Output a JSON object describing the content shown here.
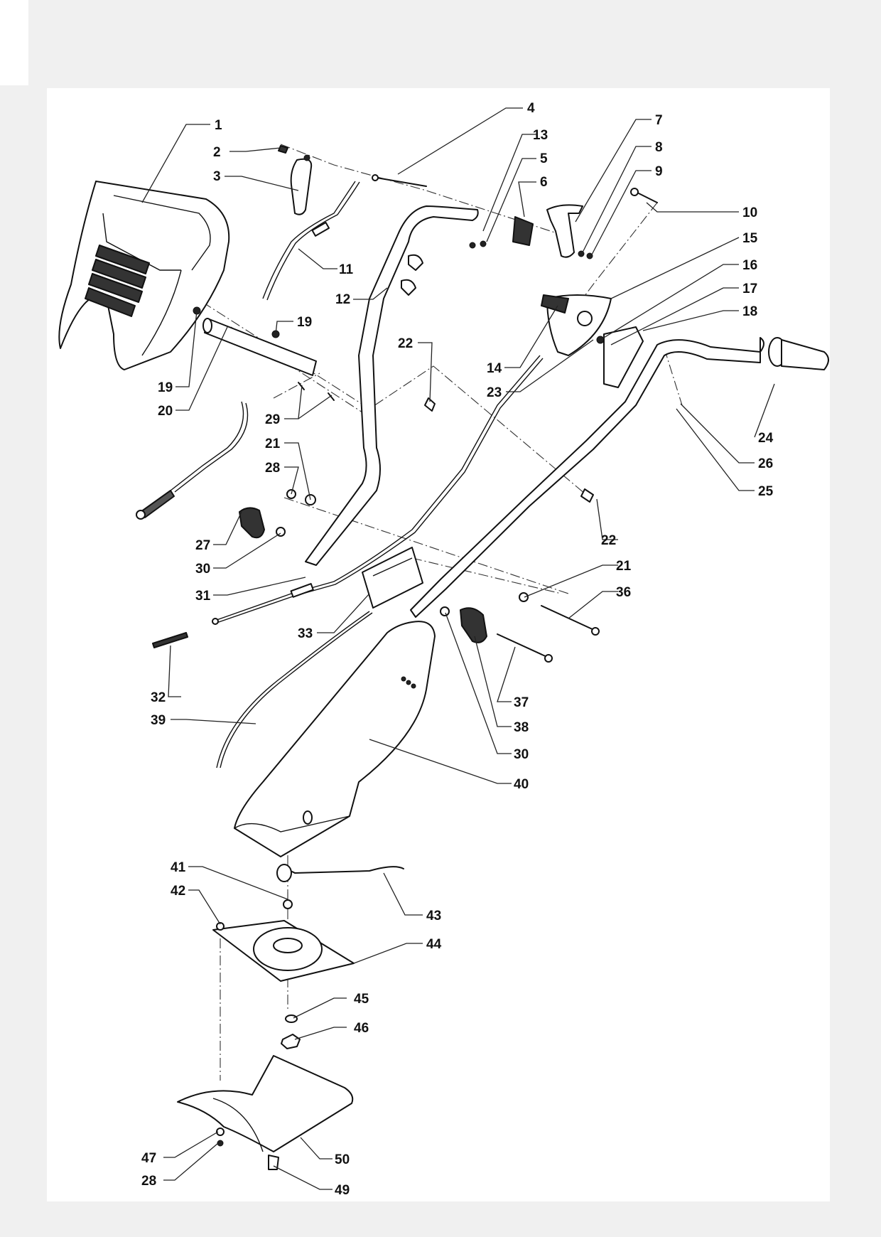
{
  "labels": [
    {
      "n": "1"
    },
    {
      "n": "2"
    },
    {
      "n": "3"
    },
    {
      "n": "4"
    },
    {
      "n": "13"
    },
    {
      "n": "5"
    },
    {
      "n": "6"
    },
    {
      "n": "7"
    },
    {
      "n": "8"
    },
    {
      "n": "9"
    },
    {
      "n": "10"
    },
    {
      "n": "11"
    },
    {
      "n": "12"
    },
    {
      "n": "15"
    },
    {
      "n": "16"
    },
    {
      "n": "17"
    },
    {
      "n": "18"
    },
    {
      "n": "19"
    },
    {
      "n": "19"
    },
    {
      "n": "20"
    },
    {
      "n": "22"
    },
    {
      "n": "14"
    },
    {
      "n": "23"
    },
    {
      "n": "24"
    },
    {
      "n": "26"
    },
    {
      "n": "25"
    },
    {
      "n": "29"
    },
    {
      "n": "21"
    },
    {
      "n": "28"
    },
    {
      "n": "22"
    },
    {
      "n": "27"
    },
    {
      "n": "30"
    },
    {
      "n": "21"
    },
    {
      "n": "31"
    },
    {
      "n": "36"
    },
    {
      "n": "33"
    },
    {
      "n": "37"
    },
    {
      "n": "32"
    },
    {
      "n": "38"
    },
    {
      "n": "39"
    },
    {
      "n": "30"
    },
    {
      "n": "40"
    },
    {
      "n": "41"
    },
    {
      "n": "42"
    },
    {
      "n": "43"
    },
    {
      "n": "44"
    },
    {
      "n": "45"
    },
    {
      "n": "46"
    },
    {
      "n": "47"
    },
    {
      "n": "50"
    },
    {
      "n": "28"
    },
    {
      "n": "49"
    }
  ]
}
